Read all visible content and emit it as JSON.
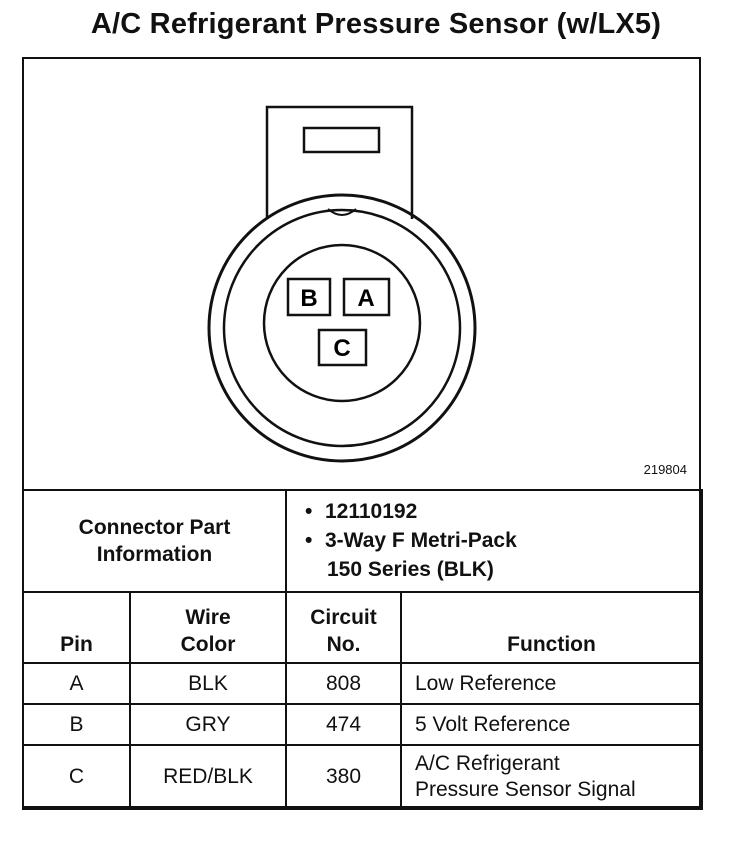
{
  "title": "A/C Refrigerant Pressure Sensor (w/LX5)",
  "figure": {
    "number": "219804",
    "pins": [
      "B",
      "A",
      "C"
    ]
  },
  "connector": {
    "label_line1": "Connector Part",
    "label_line2": "Information",
    "bullet": "•",
    "part_number": "12110192",
    "type_line1": "3-Way F Metri-Pack",
    "type_line2": "150 Series (BLK)"
  },
  "table": {
    "headers": {
      "pin": "Pin",
      "wire_color_line1": "Wire",
      "wire_color_line2": "Color",
      "circuit_line1": "Circuit",
      "circuit_line2": "No.",
      "function": "Function"
    },
    "rows": [
      {
        "pin": "A",
        "color": "BLK",
        "circuit": "808",
        "function_line1": "Low Reference",
        "function_line2": ""
      },
      {
        "pin": "B",
        "color": "GRY",
        "circuit": "474",
        "function_line1": "5 Volt Reference",
        "function_line2": ""
      },
      {
        "pin": "C",
        "color": "RED/BLK",
        "circuit": "380",
        "function_line1": "A/C Refrigerant",
        "function_line2": "Pressure Sensor Signal"
      }
    ]
  }
}
